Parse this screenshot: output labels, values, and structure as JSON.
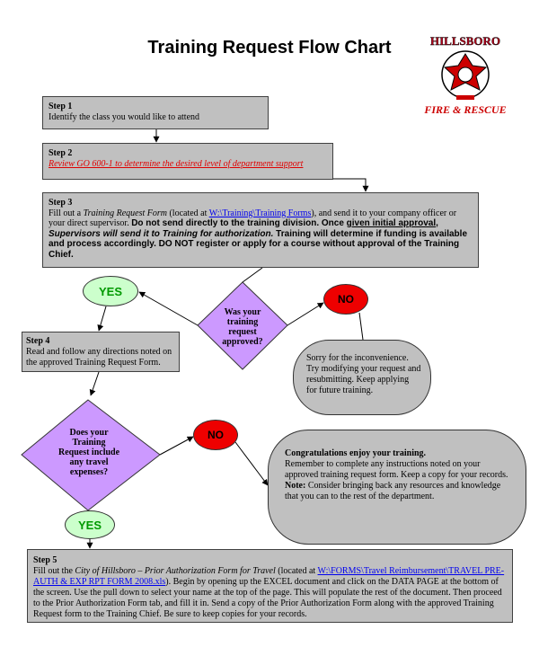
{
  "title": "Training Request Flow Chart",
  "logo": {
    "top_text": "HILLSBORO",
    "bottom_text": "FIRE & RESCUE"
  },
  "step1": {
    "heading": "Step 1",
    "text": "Identify the class you would like to attend"
  },
  "step2": {
    "heading": "Step 2",
    "link": "Review GO 600-1 to determine the desired level of department support"
  },
  "step3": {
    "heading": "Step 3",
    "t1": "Fill out a ",
    "form_name": "Training Request Form",
    "t2": " (located at ",
    "link": "W:\\Training\\Training Forms",
    "t3": "), and send it to your company officer or your direct supervisor.  ",
    "b1": "Do not send directly to the training division. Once ",
    "b1u": "given initial approval",
    "b1e": ", ",
    "bi": "Supervisors will send it to Training for authorization.",
    "b2": " Training will determine if funding is available and process accordingly.  DO NOT register or apply for a course without approval of the Training Chief."
  },
  "decision1": {
    "text": "Was your training request approved?"
  },
  "yes1": "YES",
  "no1": "NO",
  "sorry": {
    "text": "Sorry for the inconvenience. Try modifying your request and resubmitting.  Keep applying for future training."
  },
  "step4": {
    "heading": "Step 4",
    "text": "Read and follow any directions noted on the approved Training Request Form."
  },
  "decision2": {
    "text": "Does your Training Request include any travel expenses?"
  },
  "no2": "NO",
  "yes2": "YES",
  "congrats": {
    "heading": "Congratulations enjoy your training.",
    "text": "Remember to complete any instructions noted on your approved training request form.  Keep a copy for your records.",
    "note_label": "Note:",
    "note_text": "  Consider bringing back any resources and knowledge that you can to the rest of the department."
  },
  "step5": {
    "heading": "Step 5",
    "t1": "Fill out the ",
    "form_name": "City of Hillsboro – Prior Authorization Form for Travel",
    "t2": " (located at ",
    "link": "W:\\FORMS\\Travel Reimbursement\\TRAVEL PRE-AUTH & EXP RPT FORM 2008.xls",
    "t3": ").  Begin by opening up the EXCEL document and click on the DATA PAGE at the bottom of the screen.  Use the pull down to select your name at the top of the page.  This will populate the rest of the document.  Then proceed to the Prior Authorization Form tab, and fill it in.  Send a copy of the Prior Authorization Form along with the approved Training Request form to the Training Chief.  Be sure to keep copies for your records."
  },
  "colors": {
    "box": "#c0c0c0",
    "diamond": "#cc99ff",
    "yes_fill": "#ccffcc",
    "yes_text": "#009900",
    "no_fill": "#ee0000",
    "link_red": "#e00000",
    "link_blue": "#0000ee"
  }
}
